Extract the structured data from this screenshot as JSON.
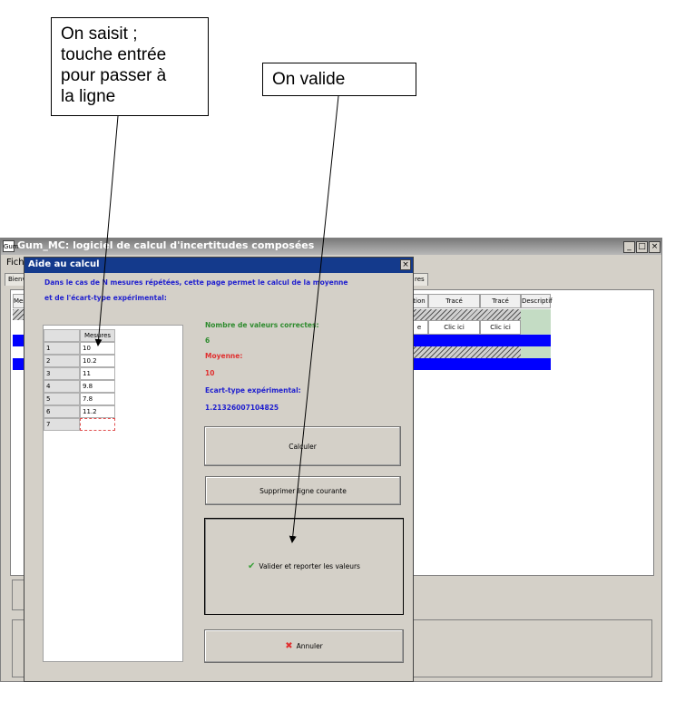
{
  "callouts": {
    "enter_note": "On saisit ;\ntouche entrée\npour passer à\nla ligne",
    "validate_note": "On valide"
  },
  "main_window": {
    "title": "Gum_MC: logiciel de calcul d'incertitudes composées",
    "icon_text": "Gum",
    "menu_label": "Fichi",
    "tab_first": "Bienv",
    "tab_last": "res",
    "controls": {
      "minimize": "_",
      "maximize": "□",
      "close": "×"
    },
    "table": {
      "col_first": "Mes",
      "headers": [
        "tion",
        "Tracé distribution",
        "Tracé densité",
        "Descriptif"
      ],
      "row1_cells": [
        "e",
        "Clic ici",
        "Clic ici"
      ]
    }
  },
  "dialog": {
    "title": "Aide au calcul",
    "close_label": "×",
    "info_line1": "Dans le cas de N mesures répétées, cette page permet le calcul de la moyenne",
    "info_line2": "et de l'écart-type expérimental:",
    "table": {
      "column_header": "Mesures",
      "rows": [
        {
          "index": "1",
          "value": "10"
        },
        {
          "index": "2",
          "value": "10.2"
        },
        {
          "index": "3",
          "value": "11"
        },
        {
          "index": "4",
          "value": "9.8"
        },
        {
          "index": "5",
          "value": "7.8"
        },
        {
          "index": "6",
          "value": "11.2"
        },
        {
          "index": "7",
          "value": ""
        }
      ]
    },
    "results": {
      "count_label": "Nombre de valeurs correctes:",
      "count_value": "6",
      "count_color": "#2e8b2e",
      "mean_label": "Moyenne:",
      "mean_value": "10",
      "mean_color": "#e03030",
      "std_label": "Ecart-type expérimental:",
      "std_value": "1.21326007104825",
      "std_color": "#1f1fcf"
    },
    "buttons": {
      "calculate": "Calculer",
      "delete_row": "Supprimer ligne courante",
      "validate": "Valider et reporter les valeurs",
      "validate_icon": "checkmark-icon",
      "cancel": "Annuler",
      "cancel_icon": "red-x-icon"
    }
  }
}
